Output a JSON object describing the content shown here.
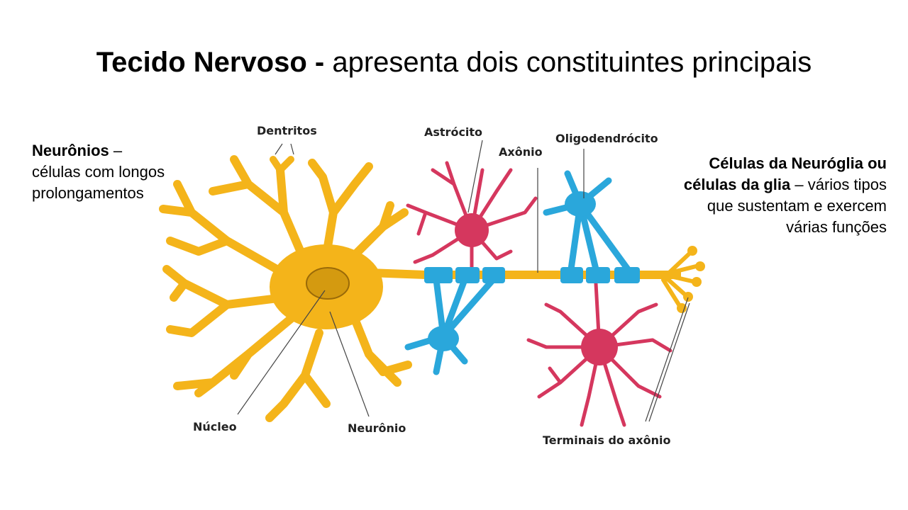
{
  "title": {
    "bold": "Tecido Nervoso -",
    "rest": " apresenta dois constituintes principais"
  },
  "left_text": {
    "bold": "Neurônios",
    "rest": " – células com longos prolongamentos"
  },
  "right_text": {
    "bold": "Células da Neuróglia ou células da glia",
    "rest": " – vários tipos que sustentam e exercem várias funções"
  },
  "diagram": {
    "labels": {
      "dendrites": "Dentritos",
      "astrocyte": "Astrócito",
      "axon": "Axônio",
      "oligodendrocyte": "Oligodendrócito",
      "nucleus": "Núcleo",
      "neuron": "Neurônio",
      "axon_terminals": "Terminais do axônio"
    },
    "colors": {
      "neuron": "#F4B41A",
      "astrocyte": "#D5375E",
      "oligodendrocyte": "#2AA7DB"
    }
  }
}
